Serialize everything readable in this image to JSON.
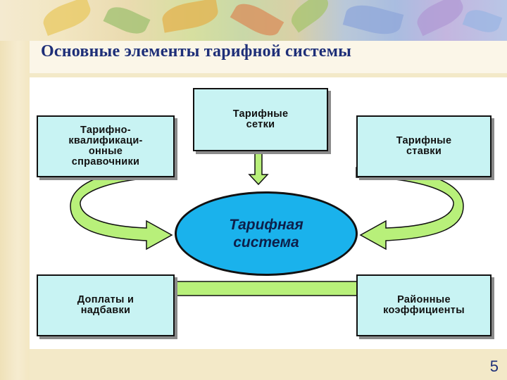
{
  "slide": {
    "title": "Основные элементы тарифной системы",
    "page_number": "5"
  },
  "diagram": {
    "center": "Тарифная\nсистема",
    "boxes": {
      "top": "Тарифные\nсетки",
      "left_top": "Тарифно-\nквалификаци-\nонные\nсправочники",
      "right_top": "Тарифные\nставки",
      "left_bottom": "Доплаты и\nнадбавки",
      "right_bottom": "Районные\nкоэффициенты"
    }
  },
  "colors": {
    "box_fill": "#c8f3f3",
    "ellipse_fill": "#1ab2ec",
    "arrow_fill": "#b8f07a",
    "title": "#1e2f78"
  }
}
